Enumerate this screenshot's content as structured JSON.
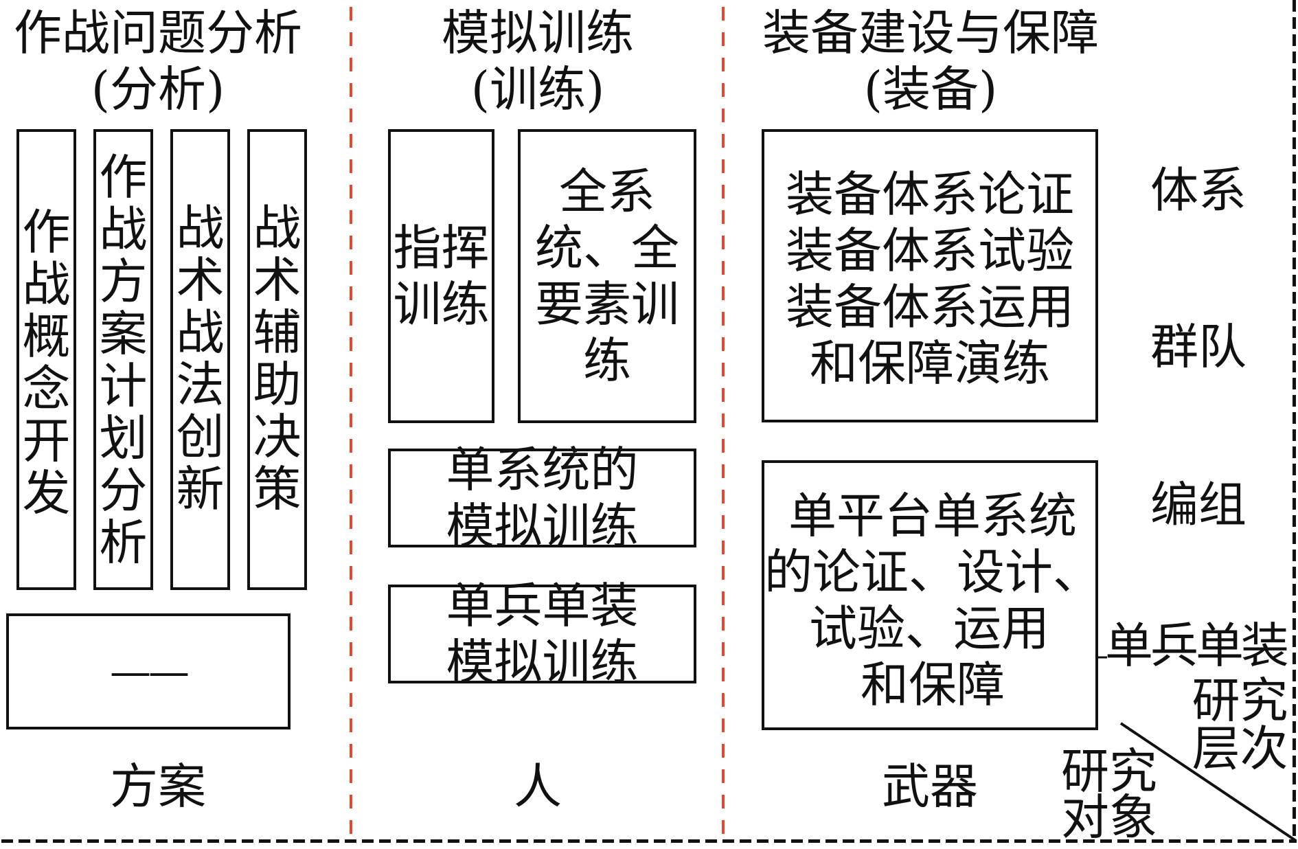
{
  "columns": [
    {
      "title": "作战问题分析",
      "subtitle": "(分析)",
      "object_label": "方案",
      "boxes_vertical": [
        "作战概念开发",
        "作战方案计划分析",
        "战术战法创新",
        "战术辅助决策"
      ],
      "bottom_box": "——"
    },
    {
      "title": "模拟训练",
      "subtitle": "(训练)",
      "object_label": "人",
      "box_command": "指挥训练",
      "box_full_system": "全系统、全要素训练",
      "box_single_system": "单系统的模拟训练",
      "box_single_soldier": "单兵单装模拟训练"
    },
    {
      "title": "装备建设与保障",
      "subtitle": "(装备)",
      "object_label": "武器",
      "box_system": [
        "装备体系论证",
        "装备体系试验",
        "装备体系运用",
        "和保障演练"
      ],
      "box_platform": [
        "单平台单系统",
        "的论证、设计、",
        "试验、运用",
        "和保障"
      ]
    }
  ],
  "levels": [
    "体系",
    "群队",
    "编组",
    "单兵单装"
  ],
  "axis_labels": {
    "research_level": [
      "研究",
      "层次"
    ],
    "research_object": [
      "研究",
      "对象"
    ]
  },
  "colors": {
    "divider": "#e04a33",
    "stroke": "#111111"
  }
}
